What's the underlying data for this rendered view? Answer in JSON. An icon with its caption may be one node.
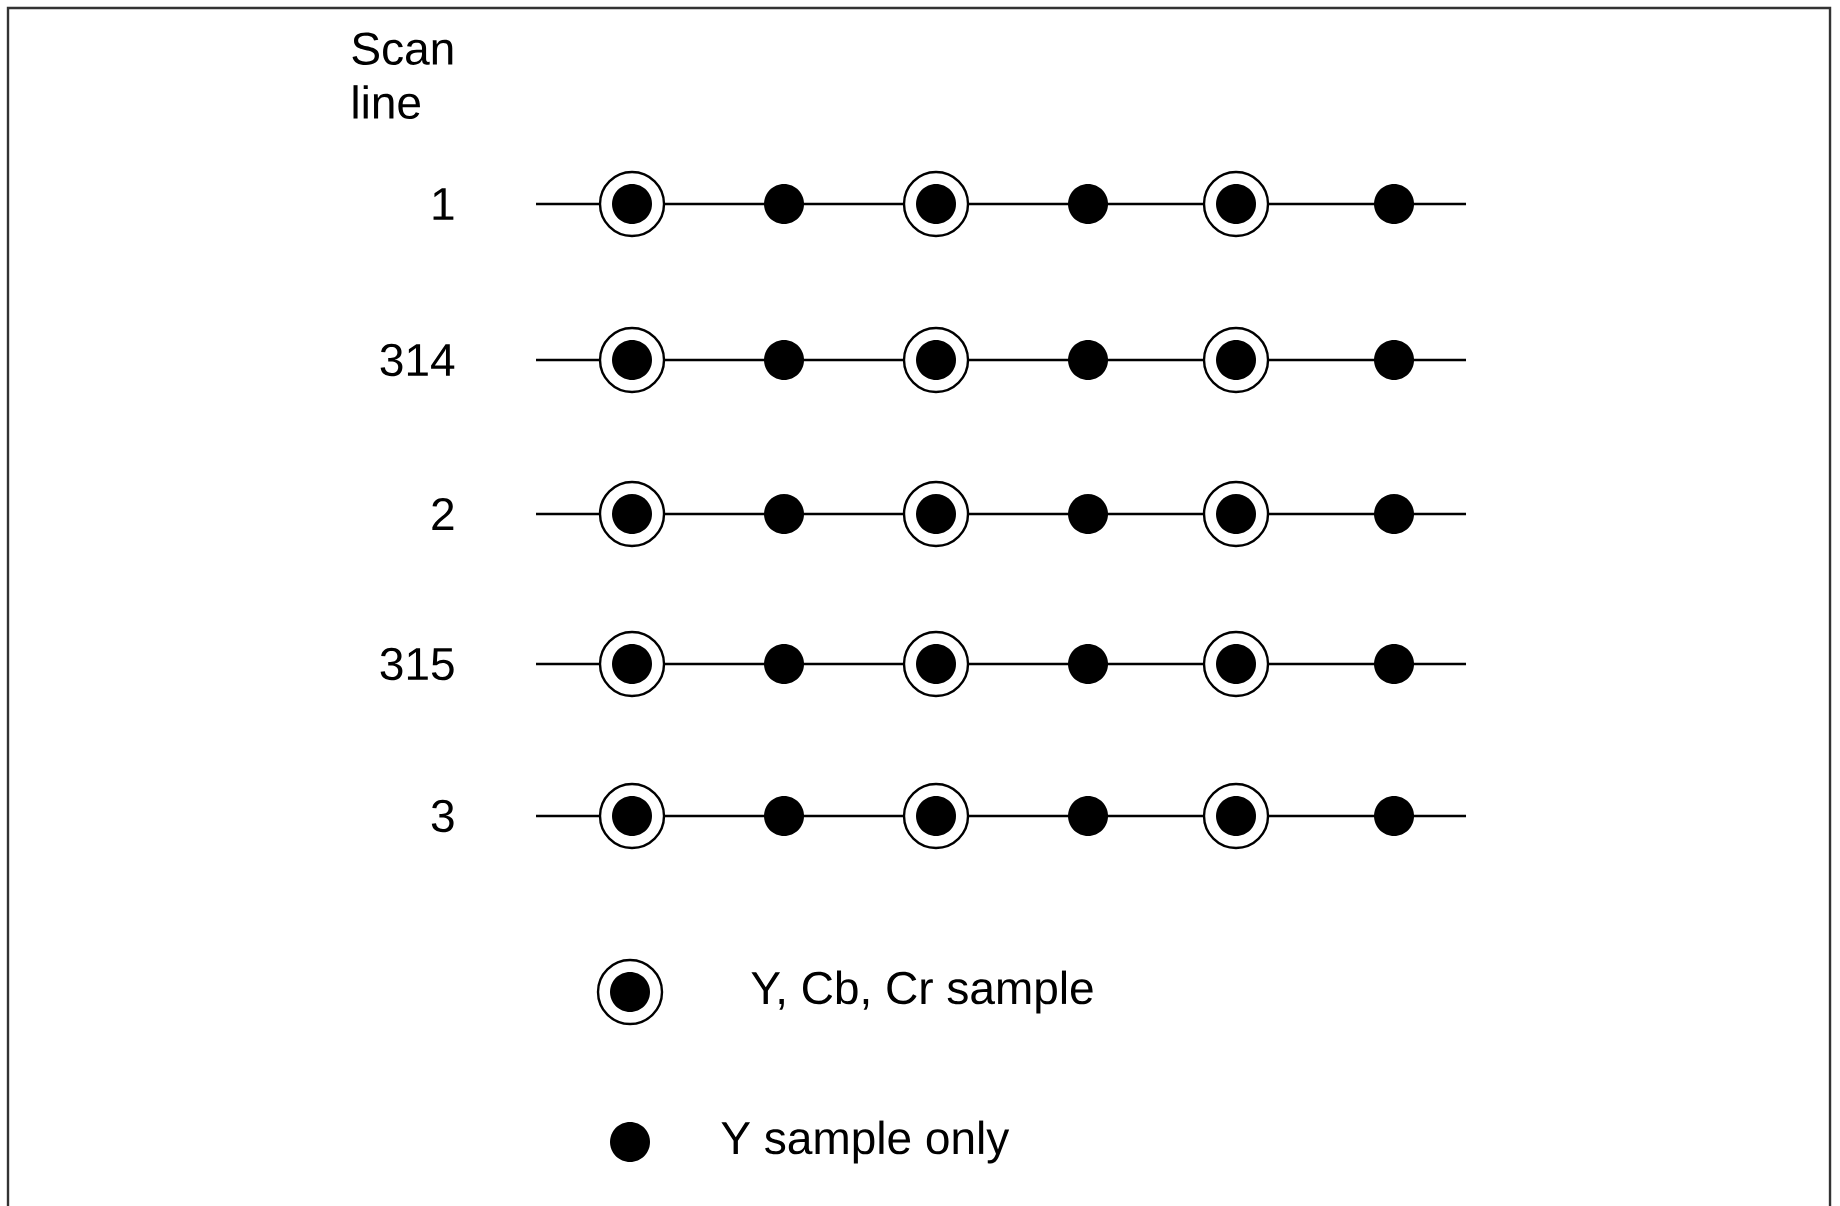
{
  "diagram": {
    "labels": [
      "Scan line",
      "1",
      "314",
      "2",
      "315",
      "3"
    ],
    "legend": [
      {
        "text": "Y, Cb, Cr sample"
      },
      {
        "text": "Y sample only"
      }
    ]
  }
}
